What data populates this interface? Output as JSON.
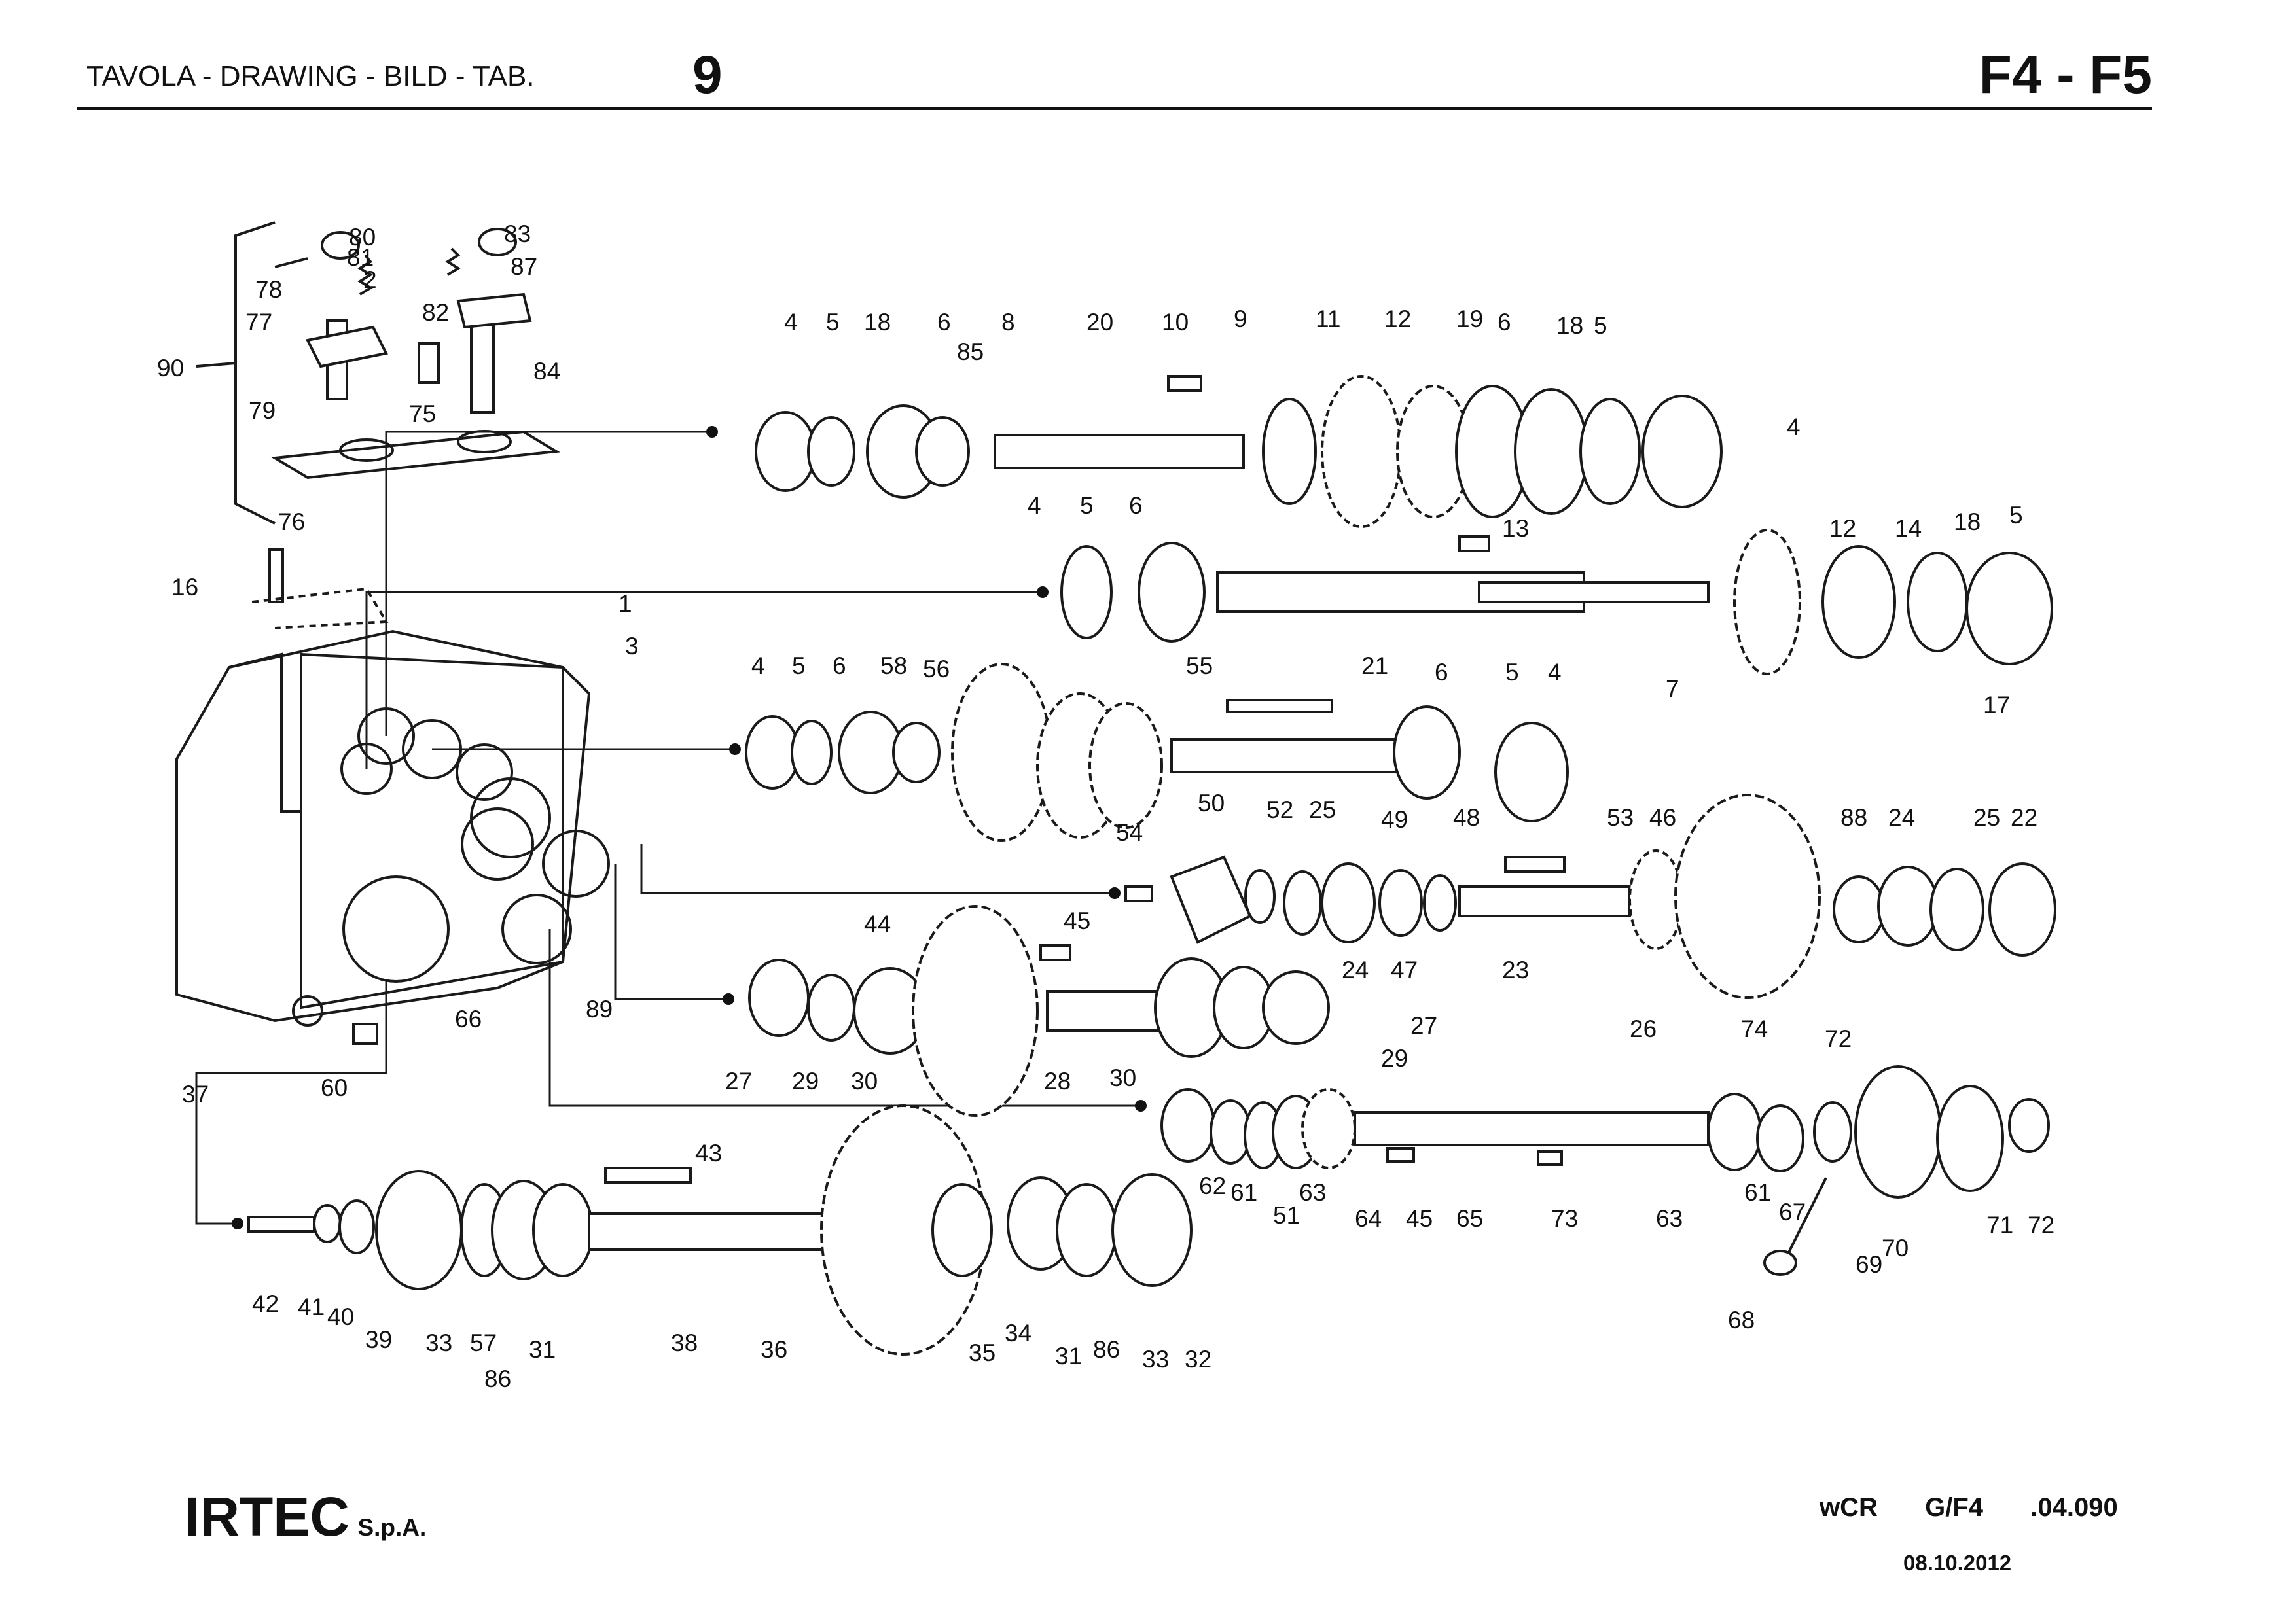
{
  "header": {
    "title": "TAVOLA - DRAWING - BILD - TAB.",
    "number": "9",
    "models": "F4 - F5"
  },
  "footer": {
    "brand": "IRTEC",
    "brand_suffix": "S.p.A.",
    "code_1": "wCR",
    "code_2": "G/F4",
    "code_3": ".04.090",
    "date": "08.10.2012"
  },
  "callouts": [
    "80",
    "83",
    "81",
    "87",
    "78",
    "2",
    "77",
    "82",
    "84",
    "90",
    "79",
    "75",
    "76",
    "16",
    "4",
    "5",
    "18",
    "6",
    "85",
    "8",
    "20",
    "10",
    "9",
    "11",
    "12",
    "19",
    "6",
    "18",
    "5",
    "4",
    "4",
    "5",
    "6",
    "13",
    "12",
    "14",
    "18",
    "5",
    "7",
    "17",
    "1",
    "3",
    "4",
    "5",
    "6",
    "58",
    "56",
    "55",
    "21",
    "6",
    "5",
    "4",
    "50",
    "52",
    "25",
    "49",
    "48",
    "53",
    "46",
    "88",
    "24",
    "25",
    "22",
    "54",
    "24",
    "47",
    "23",
    "26",
    "44",
    "45",
    "89",
    "66",
    "37",
    "60",
    "27",
    "29",
    "30",
    "28",
    "30",
    "27",
    "29",
    "74",
    "72",
    "62",
    "61",
    "51",
    "63",
    "64",
    "45",
    "65",
    "73",
    "63",
    "61",
    "67",
    "70",
    "71",
    "72",
    "69",
    "68",
    "43",
    "42",
    "41",
    "40",
    "39",
    "33",
    "57",
    "86",
    "31",
    "38",
    "36",
    "35",
    "34",
    "31",
    "86",
    "33",
    "32"
  ]
}
